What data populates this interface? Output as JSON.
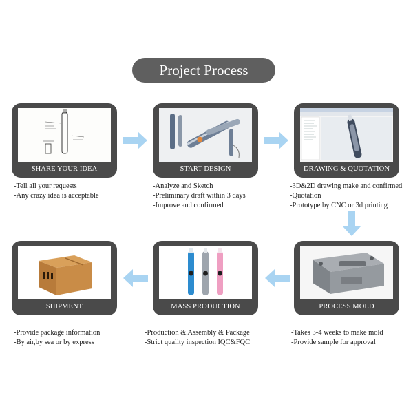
{
  "title": "Project Process",
  "accent_arrow_color": "#a9d4f2",
  "card_color": "#4a4a4a",
  "steps": [
    {
      "label": "SHARE YOUR IDEA",
      "image": "sketch-image",
      "notes": [
        "-Tell all your requests",
        "-Any crazy idea is acceptable"
      ]
    },
    {
      "label": "START DESIGN",
      "image": "design-render-image",
      "notes": [
        "-Analyze and Sketch",
        "-Preliminary draft within 3 days",
        "-Improve and confirmed"
      ]
    },
    {
      "label": "DRAWING & QUOTATION",
      "image": "cad-screenshot-image",
      "notes": [
        "-3D&2D drawing make and confirmed",
        "-Quotation",
        "-Prototype by CNC or 3d printing"
      ]
    },
    {
      "label": "PROCESS MOLD",
      "image": "mold-image",
      "notes": [
        "-Takes 3-4 weeks to make mold",
        "-Provide sample for approval"
      ]
    },
    {
      "label": "MASS PRODUCTION",
      "image": "toothbrushes-image",
      "notes": [
        "-Production & Assembly & Package",
        "-Strict quality inspection IQC&FQC"
      ]
    },
    {
      "label": "SHIPMENT",
      "image": "cardboard-box-image",
      "notes": [
        "-Provide package information",
        "-By air,by sea or by express"
      ]
    }
  ]
}
